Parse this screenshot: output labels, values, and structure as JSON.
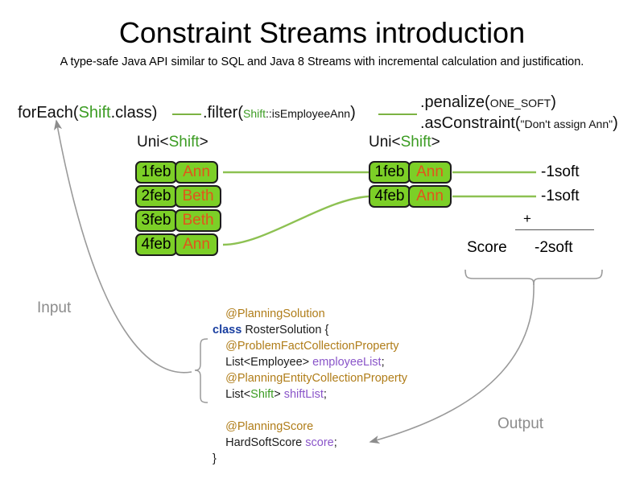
{
  "slide": {
    "title": "Constraint Streams introduction",
    "subtitle": "A type-safe Java API similar to SQL and Java 8 Streams with incremental calculation and justification."
  },
  "pipeline": {
    "for_each": {
      "prefix": "forEach(",
      "type": "Shift",
      "suffix": ".class)"
    },
    "filter": {
      "prefix": ".filter(",
      "type": "Shift",
      "method": "::isEmployeeAnn",
      "suffix": ")"
    },
    "penalize": {
      "prefix": ".penalize(",
      "arg": "ONE_SOFT",
      "suffix": ")"
    },
    "as_constraint": {
      "prefix": ".asConstraint(",
      "arg": "\"Don't assign Ann\"",
      "suffix": ")"
    }
  },
  "streams": {
    "left": {
      "caption_prefix": "Uni<",
      "caption_type": "Shift",
      "caption_suffix": ">",
      "rows": [
        {
          "date": "1feb",
          "employee": "Ann"
        },
        {
          "date": "2feb",
          "employee": "Beth"
        },
        {
          "date": "3feb",
          "employee": "Beth"
        },
        {
          "date": "4feb",
          "employee": "Ann"
        }
      ]
    },
    "right": {
      "caption_prefix": "Uni<",
      "caption_type": "Shift",
      "caption_suffix": ">",
      "rows": [
        {
          "date": "1feb",
          "employee": "Ann",
          "penalty": "-1soft"
        },
        {
          "date": "4feb",
          "employee": "Ann",
          "penalty": "-1soft"
        }
      ]
    }
  },
  "score": {
    "label": "Score",
    "operator": "+",
    "total": "-2soft"
  },
  "code": {
    "lines": [
      {
        "indent": 1,
        "segments": [
          {
            "t": "@PlanningSolution",
            "c": "ann"
          }
        ]
      },
      {
        "indent": 0,
        "segments": [
          {
            "t": "class ",
            "c": "kw"
          },
          {
            "t": "RosterSolution {",
            "c": ""
          }
        ]
      },
      {
        "indent": 1,
        "segments": [
          {
            "t": "@ProblemFactCollectionProperty",
            "c": "ann"
          }
        ]
      },
      {
        "indent": 1,
        "segments": [
          {
            "t": "List<Employee> ",
            "c": ""
          },
          {
            "t": "employeeList",
            "c": "fld"
          },
          {
            "t": ";",
            "c": ""
          }
        ]
      },
      {
        "indent": 1,
        "segments": [
          {
            "t": "@PlanningEntityCollectionProperty",
            "c": "ann"
          }
        ]
      },
      {
        "indent": 1,
        "segments": [
          {
            "t": "List<",
            "c": ""
          },
          {
            "t": "Shift",
            "c": "gt"
          },
          {
            "t": "> ",
            "c": ""
          },
          {
            "t": "shiftList",
            "c": "fld"
          },
          {
            "t": ";",
            "c": ""
          }
        ]
      },
      {
        "indent": 1,
        "segments": [
          {
            "t": "",
            "c": ""
          }
        ]
      },
      {
        "indent": 1,
        "segments": [
          {
            "t": "@PlanningScore",
            "c": "ann"
          }
        ]
      },
      {
        "indent": 1,
        "segments": [
          {
            "t": "HardSoftScore ",
            "c": ""
          },
          {
            "t": "score",
            "c": "fld"
          },
          {
            "t": ";",
            "c": ""
          }
        ]
      },
      {
        "indent": 0,
        "segments": [
          {
            "t": "}",
            "c": ""
          }
        ]
      }
    ]
  },
  "annotations": {
    "input": "Input",
    "output": "Output"
  },
  "colors": {
    "chip_fill": "#7ccf27",
    "chip_border": "#1d1d1d",
    "employee_text": "#e2541c",
    "type_green": "#3c9c23",
    "connector_green": "#7cb342",
    "annotation_gray": "#8c8c8c",
    "code_annotation": "#b07d19",
    "code_keyword": "#1a3fa0",
    "code_field": "#8a55c9"
  }
}
